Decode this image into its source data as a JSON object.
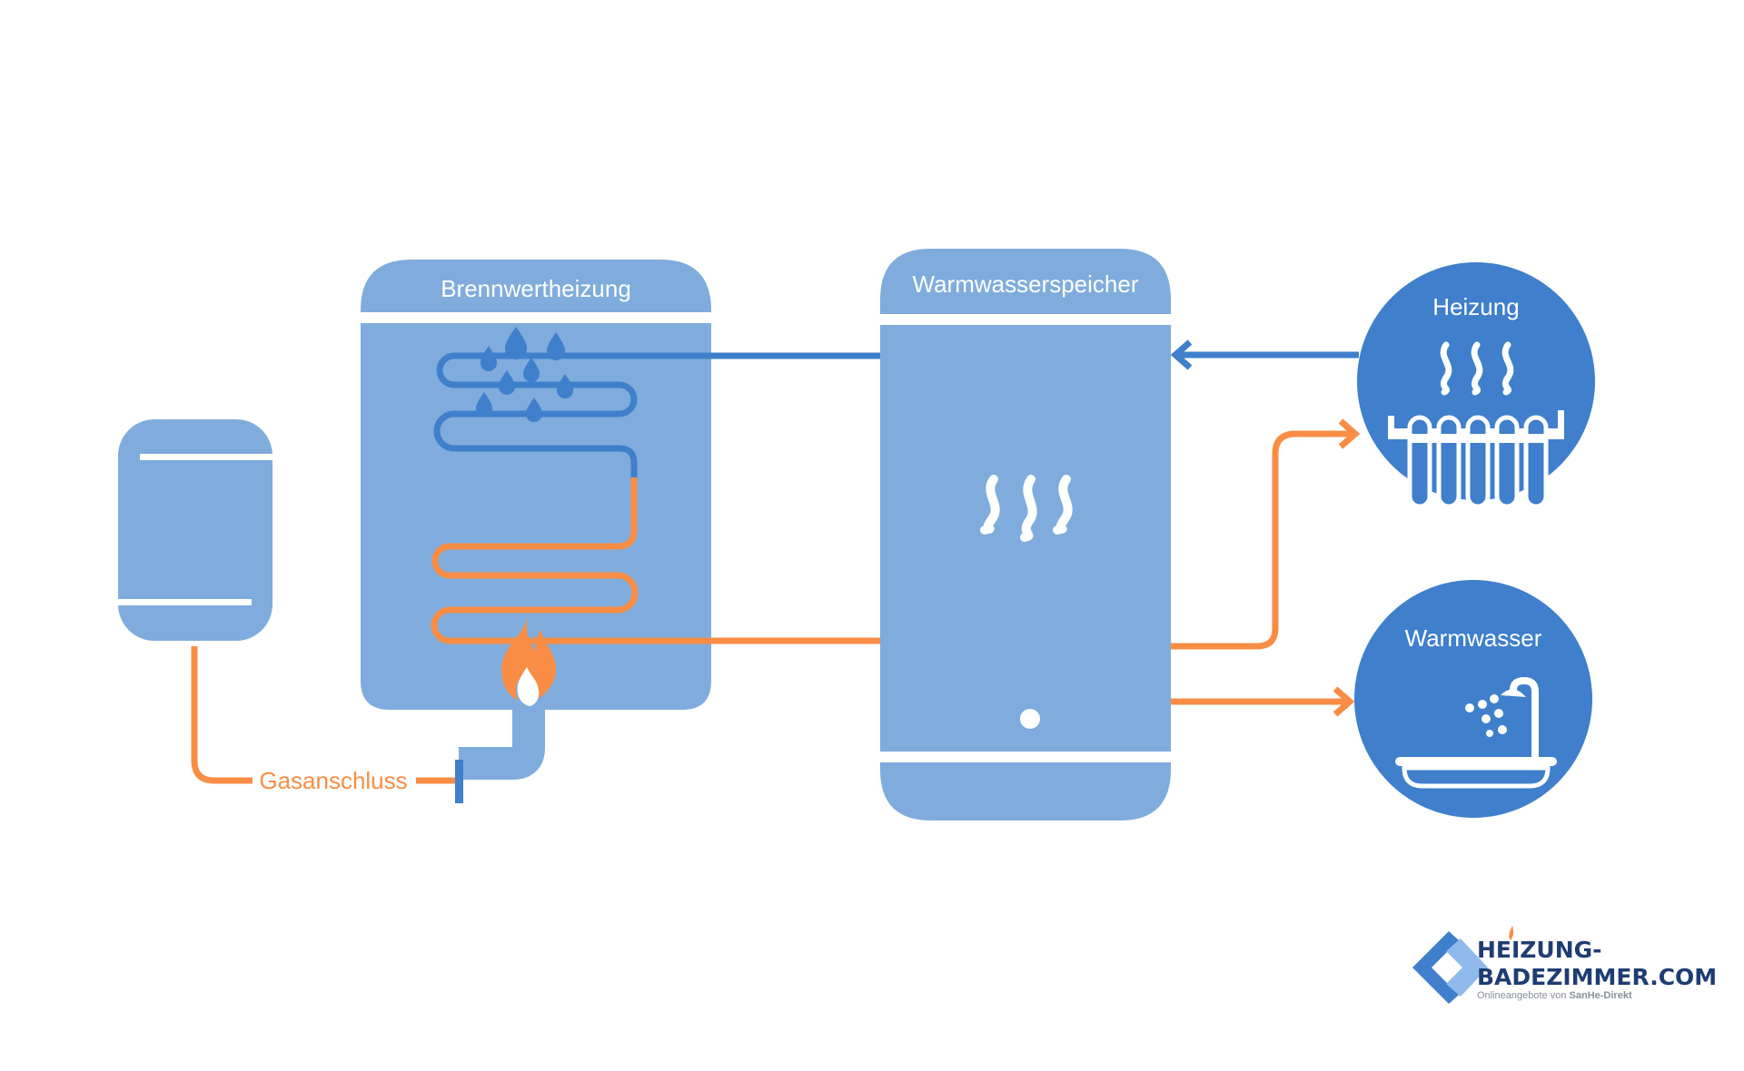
{
  "colors": {
    "light_blue": "#7facdc",
    "dark_blue": "#3f7fcc",
    "orange": "#f98d45",
    "white": "#ffffff",
    "logo_navy": "#1f3d73"
  },
  "nodes": {
    "gas_tank": {
      "label": ""
    },
    "boiler": {
      "label": "Brennwertheizung"
    },
    "storage": {
      "label": "Warmwasserspeicher"
    },
    "heating": {
      "label": "Heizung"
    },
    "hot_water": {
      "label": "Warmwasser"
    }
  },
  "gas_connection": {
    "label": "Gasanschluss"
  },
  "icons": {
    "boiler": [
      "water-drops-icon",
      "flame-icon"
    ],
    "storage": [
      "heat-waves-icon"
    ],
    "heating": [
      "radiator-icon"
    ],
    "hot_water": [
      "bathtub-shower-icon"
    ]
  },
  "logo": {
    "line1": "HEIZUNG-",
    "line2": "BADEZIMMER.COM",
    "tagline_prefix": "Onlineangebote von ",
    "tagline_brand": "SanHe-Direkt"
  }
}
